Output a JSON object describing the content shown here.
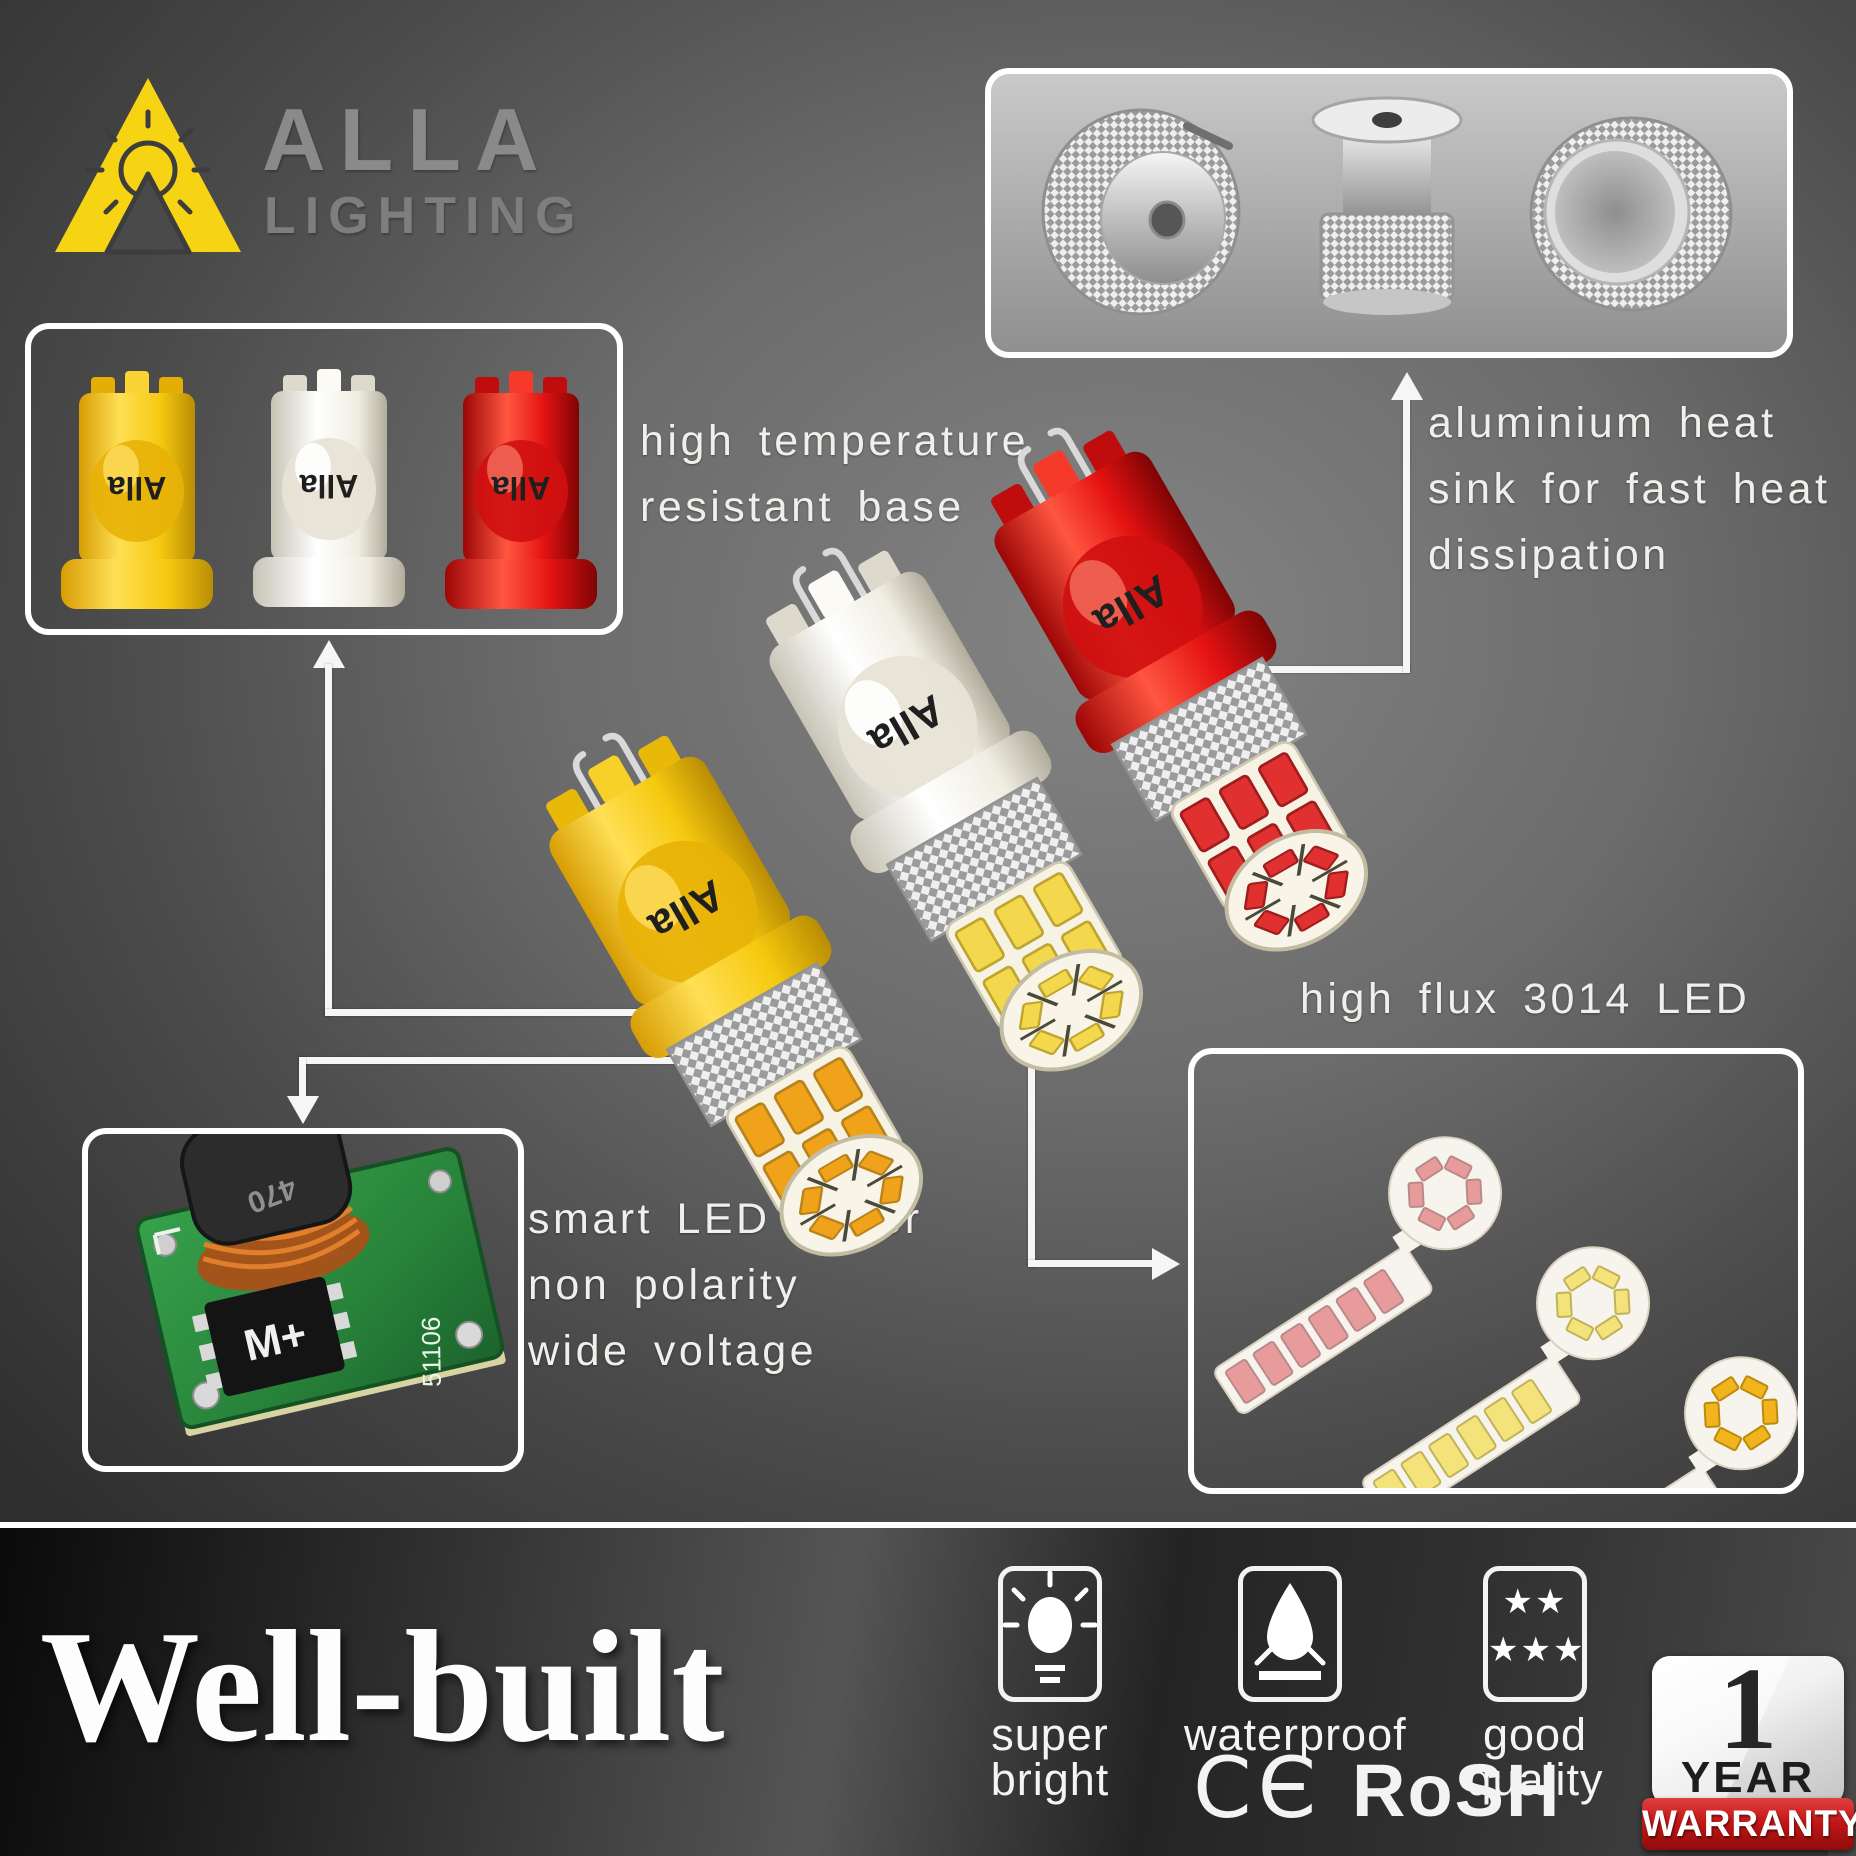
{
  "brand": {
    "name": "ALLA",
    "subtitle": "LIGHTING"
  },
  "callouts": {
    "base": {
      "line1": "high temperature",
      "line2": "resistant base"
    },
    "heatsink": {
      "line1": "aluminium heat",
      "line2": "sink for fast heat",
      "line3": "dissipation"
    },
    "driver": {
      "line1": "smart LED driver",
      "line2": "non polarity",
      "line3": "wide voltage"
    },
    "led": {
      "line1": "high flux 3014 LED"
    }
  },
  "product": {
    "print": "Alla"
  },
  "pcb": {
    "inductor": "470",
    "ic": "M+",
    "silk": "51106"
  },
  "footer": {
    "headline": "Well-built",
    "features": [
      {
        "icon": "bulb-icon",
        "label": "super bright"
      },
      {
        "icon": "waterdrop-icon",
        "label": "waterproof"
      },
      {
        "icon": "stars-icon",
        "label": "good quality"
      }
    ],
    "stars_top": "★★",
    "stars_bottom": "★★★",
    "cert_ce": "CЄ",
    "cert_rosh": "RoSH",
    "warranty": {
      "number": "1",
      "year": "YEAR",
      "banner": "WARRANTY"
    }
  },
  "colors": {
    "brand_yellow": "#f6d414",
    "bulb_yellow": "#f3c011",
    "bulb_white": "#f4f1e8",
    "bulb_red": "#e01818",
    "warranty_red": "#c51717",
    "line_white": "#f6f6f6"
  }
}
